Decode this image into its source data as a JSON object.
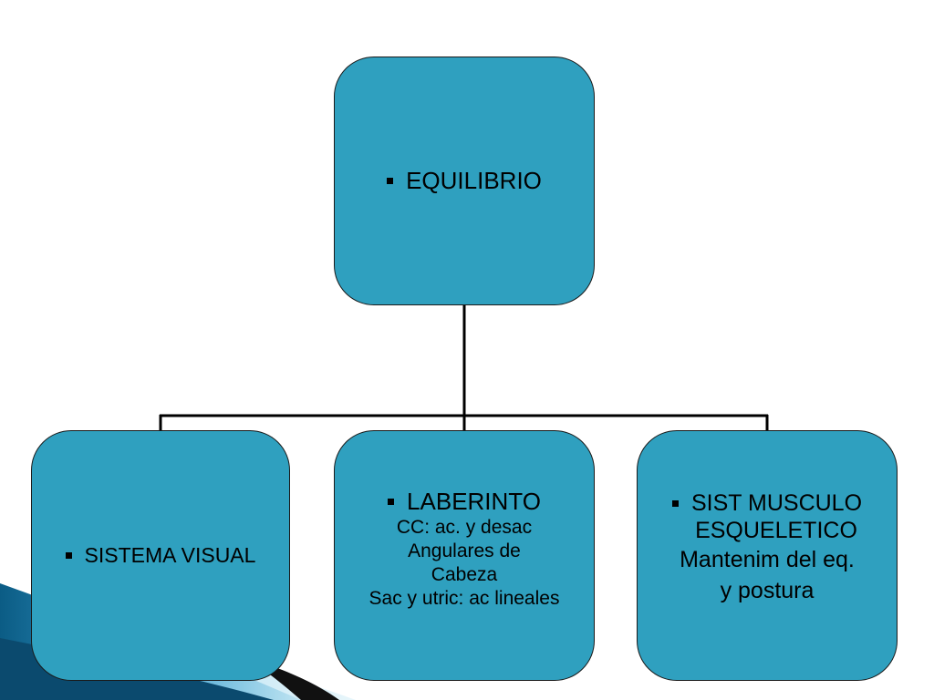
{
  "diagram": {
    "root": {
      "label": "EQUILIBRIO"
    },
    "children": [
      {
        "label": "SISTEMA VISUAL"
      },
      {
        "label": "LABERINTO",
        "lines": [
          "CC: ac. y desac",
          "Angulares de",
          "Cabeza",
          "Sac y utric: ac lineales"
        ]
      },
      {
        "label_lines": [
          "SIST MUSCULO",
          "ESQUELETICO"
        ],
        "lines": [
          "Mantenim del eq.",
          "y postura"
        ]
      }
    ]
  },
  "colors": {
    "node_fill": "#2fa0bf",
    "node_border": "#1a1a1a",
    "connector": "#000000",
    "deco_dark": "#0b4a6e",
    "deco_light": "#7fc6e4"
  }
}
